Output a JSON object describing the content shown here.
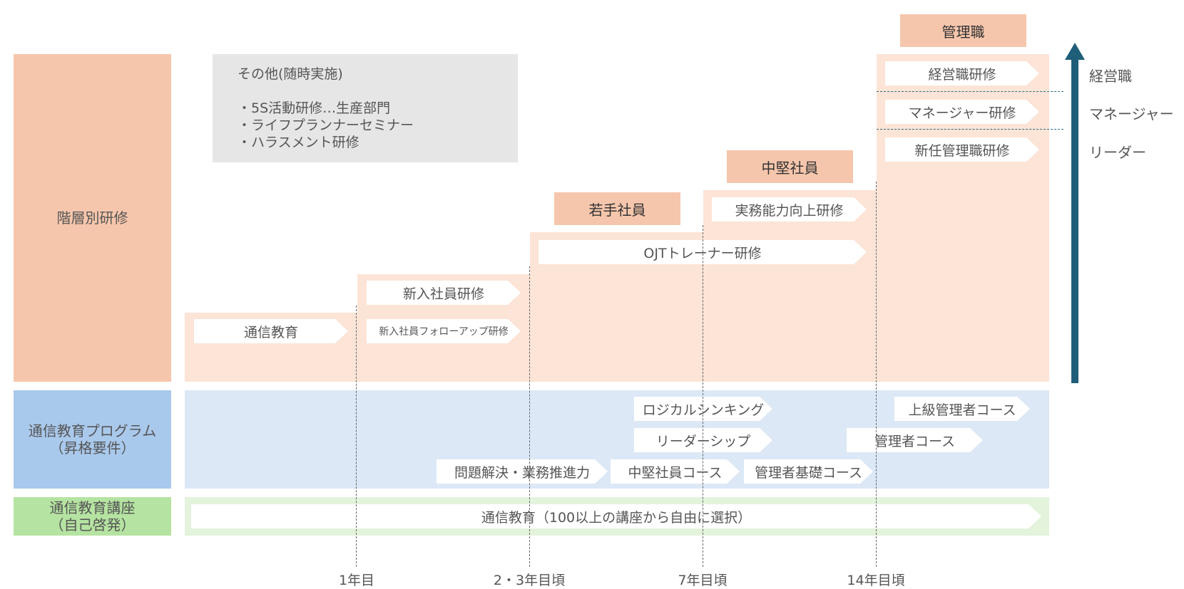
{
  "rows": {
    "hierarchy": "階層別研修",
    "program": "通信教育プログラム\n（昇格要件）",
    "course": "通信教育講座\n（自己啓発）"
  },
  "tabs": {
    "young": "若手社員",
    "mid": "中堅社員",
    "manager": "管理職"
  },
  "other": {
    "title": "その他(随時実施)",
    "items": [
      "・5S活動研修…生産部門",
      "・ライフプランナーセミナー",
      "・ハラスメント研修"
    ]
  },
  "hierarchy_items": {
    "tsushin": "通信教育",
    "new_hire": "新入社員研修",
    "new_hire_followup": "新入社員フォローアップ研修",
    "ojt": "OJTトレーナー研修",
    "jitsumu": "実務能力向上研修",
    "new_manager": "新任管理職研修",
    "manager_training": "マネージャー研修",
    "exec_training": "経営職研修"
  },
  "program_items": {
    "logical": "ロジカルシンキング",
    "leadership": "リーダーシップ",
    "problem": "問題解決・業務推進力",
    "mid_course": "中堅社員コース",
    "mgr_basic": "管理者基礎コース",
    "mgr_course": "管理者コース",
    "senior_mgr": "上級管理者コース"
  },
  "course_item": "通信教育（100以上の講座から自由に選択）",
  "levels": [
    "経営職",
    "マネージャー",
    "リーダー"
  ],
  "xaxis": [
    "1年目",
    "2・3年目頃",
    "7年目頃",
    "14年目頃"
  ],
  "colors": {
    "hierarchy_label": "#f6c6ac",
    "hierarchy_band": "#fce4d6",
    "program_label": "#a9c9ec",
    "program_band": "#dce8f6",
    "course_label": "#b5e3a1",
    "course_band": "#e3f3dc",
    "arrow": "#1f5e78"
  }
}
